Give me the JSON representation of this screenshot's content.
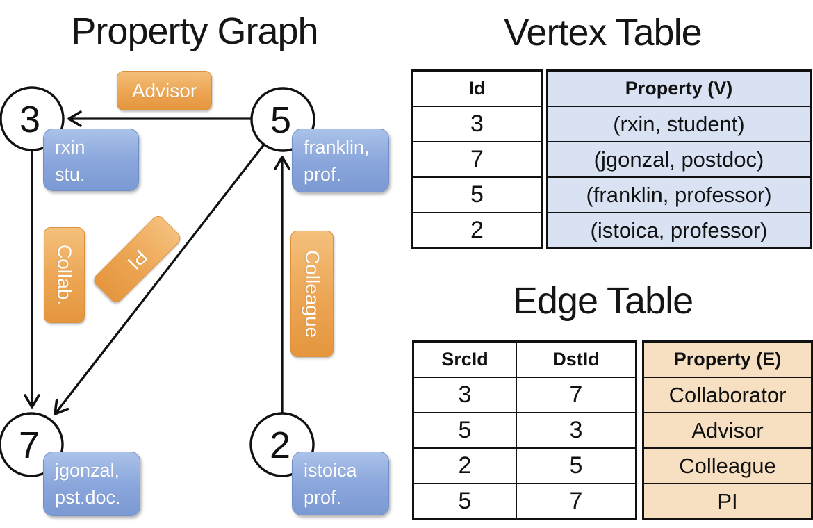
{
  "graph": {
    "title": "Property Graph",
    "nodes": [
      {
        "id": "3"
      },
      {
        "id": "5"
      },
      {
        "id": "7"
      },
      {
        "id": "2"
      }
    ],
    "edges": [
      {
        "label": "Advisor",
        "src": "5",
        "dst": "3"
      },
      {
        "label": "Collab.",
        "src": "3",
        "dst": "7"
      },
      {
        "label": "PI",
        "src": "5",
        "dst": "7"
      },
      {
        "label": "Colleague",
        "src": "2",
        "dst": "5"
      }
    ],
    "property_boxes": [
      {
        "node": "3",
        "line1": "rxin",
        "line2": "stu."
      },
      {
        "node": "5",
        "line1": "franklin,",
        "line2": "prof."
      },
      {
        "node": "7",
        "line1": "jgonzal,",
        "line2": "pst.doc."
      },
      {
        "node": "2",
        "line1": "istoica",
        "line2": "prof."
      }
    ]
  },
  "vertex_table": {
    "title": "Vertex Table",
    "headers": {
      "id": "Id",
      "property": "Property (V)"
    },
    "rows": [
      {
        "id": "3",
        "property": "(rxin, student)"
      },
      {
        "id": "7",
        "property": "(jgonzal, postdoc)"
      },
      {
        "id": "5",
        "property": "(franklin, professor)"
      },
      {
        "id": "2",
        "property": "(istoica, professor)"
      }
    ]
  },
  "edge_table": {
    "title": "Edge Table",
    "headers": {
      "src": "SrcId",
      "dst": "DstId",
      "property": "Property (E)"
    },
    "rows": [
      {
        "src": "3",
        "dst": "7",
        "property": "Collaborator"
      },
      {
        "src": "5",
        "dst": "3",
        "property": "Advisor"
      },
      {
        "src": "2",
        "dst": "5",
        "property": "Colleague"
      },
      {
        "src": "5",
        "dst": "7",
        "property": "PI"
      }
    ]
  },
  "colors": {
    "edge_label_orange": "#eca553",
    "vertex_box_blue": "#8ba7dc",
    "vertex_cell_blue": "#d8e2f3",
    "edge_cell_peach": "#f7dfc2",
    "line_black": "#111111"
  }
}
